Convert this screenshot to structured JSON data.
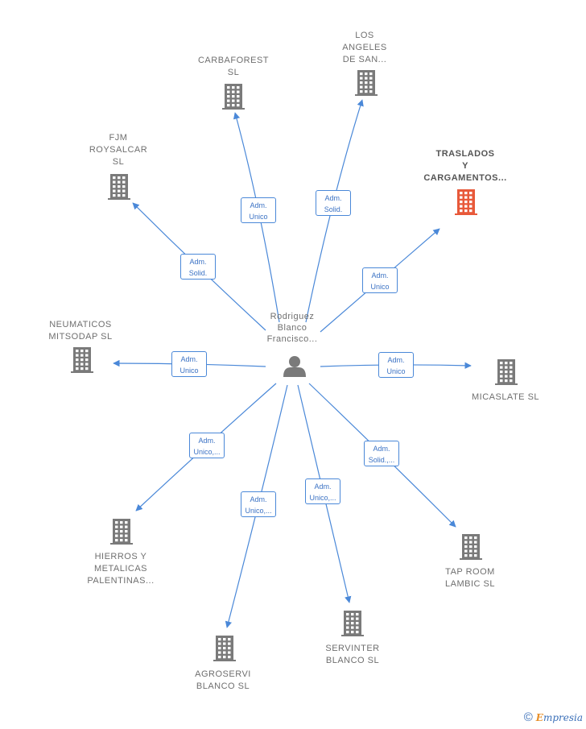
{
  "center": {
    "label_lines": [
      "Rodriguez",
      "Blanco",
      "Francisco..."
    ],
    "icon": "person-icon"
  },
  "companies": [
    {
      "id": "carbaforest",
      "label_lines": [
        "CARBAFOREST",
        "SL"
      ],
      "highlight": false,
      "role_lines": [
        "Adm.",
        "Unico"
      ]
    },
    {
      "id": "los-angeles",
      "label_lines": [
        "LOS",
        "ANGELES",
        "DE SAN..."
      ],
      "highlight": false,
      "role_lines": [
        "Adm.",
        "Solid."
      ]
    },
    {
      "id": "traslados",
      "label_lines": [
        "TRASLADOS",
        "Y",
        "CARGAMENTOS..."
      ],
      "highlight": true,
      "role_lines": [
        "Adm.",
        "Unico"
      ]
    },
    {
      "id": "fjm",
      "label_lines": [
        "FJM",
        "ROYSALCAR",
        "SL"
      ],
      "highlight": false,
      "role_lines": [
        "Adm.",
        "Solid."
      ]
    },
    {
      "id": "neumaticos",
      "label_lines": [
        "NEUMATICOS",
        "MITSODAP  SL"
      ],
      "highlight": false,
      "role_lines": [
        "Adm.",
        "Unico"
      ]
    },
    {
      "id": "micaslate",
      "label_lines": [
        "MICASLATE  SL"
      ],
      "highlight": false,
      "role_lines": [
        "Adm.",
        "Unico"
      ]
    },
    {
      "id": "hierros",
      "label_lines": [
        "HIERROS Y",
        "METALICAS",
        "PALENTINAS..."
      ],
      "highlight": false,
      "role_lines": [
        "Adm.",
        "Unico,..."
      ]
    },
    {
      "id": "agroservi",
      "label_lines": [
        "AGROSERVI",
        "BLANCO  SL"
      ],
      "highlight": false,
      "role_lines": [
        "Adm.",
        "Unico,..."
      ]
    },
    {
      "id": "servinter",
      "label_lines": [
        "SERVINTER",
        "BLANCO  SL"
      ],
      "highlight": false,
      "role_lines": [
        "Adm.",
        "Unico,..."
      ]
    },
    {
      "id": "taproom",
      "label_lines": [
        "TAP ROOM",
        "LAMBIC  SL"
      ],
      "highlight": false,
      "role_lines": [
        "Adm.",
        "Solid.,..."
      ]
    }
  ],
  "colors": {
    "edge": "#4a88d8",
    "building": "#7a7a7a",
    "building_highlight": "#e8593a",
    "person": "#7a7a7a"
  },
  "watermark": {
    "symbol": "©",
    "brand_first": "E",
    "brand_rest": "mpresia"
  }
}
